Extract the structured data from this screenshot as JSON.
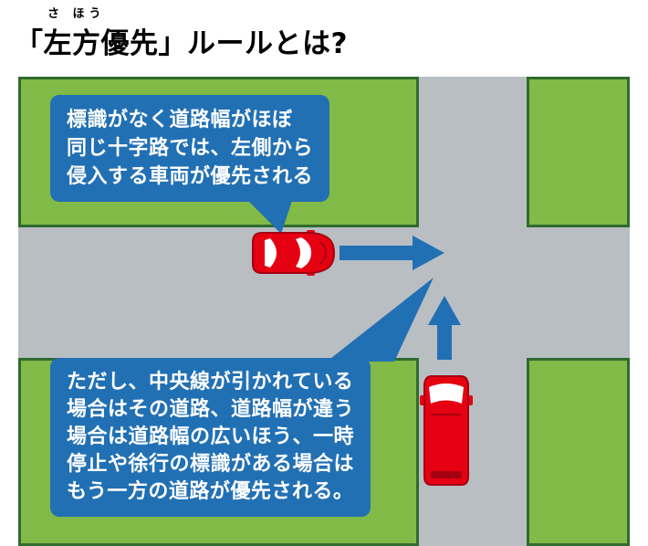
{
  "title": {
    "furigana": "さ ほう",
    "text": "「左方優先」ルールとは?"
  },
  "bubble_top": {
    "lines": [
      "標識がなく道路幅がほぼ",
      "同じ十字路では、左側から",
      "侵入する車両が優先される"
    ]
  },
  "bubble_bottom": {
    "lines": [
      "ただし、中央線が引かれている",
      "場合はその道路、道路幅が違う",
      "場合は道路幅の広いほう、一時",
      "停止や徐行の標識がある場合は",
      "もう一方の道路が優先される。"
    ]
  },
  "icons": {
    "car": "car-top-view-icon",
    "van": "van-top-view-icon",
    "arrow_right": "arrow-right-icon",
    "arrow_up": "arrow-up-icon"
  },
  "colors": {
    "blue": "#2270b4",
    "green": "#81ba47",
    "green_border": "#2f6c2e",
    "road": "#b9bec3",
    "car_red": "#e50012",
    "car_red_dark": "#a50010"
  }
}
